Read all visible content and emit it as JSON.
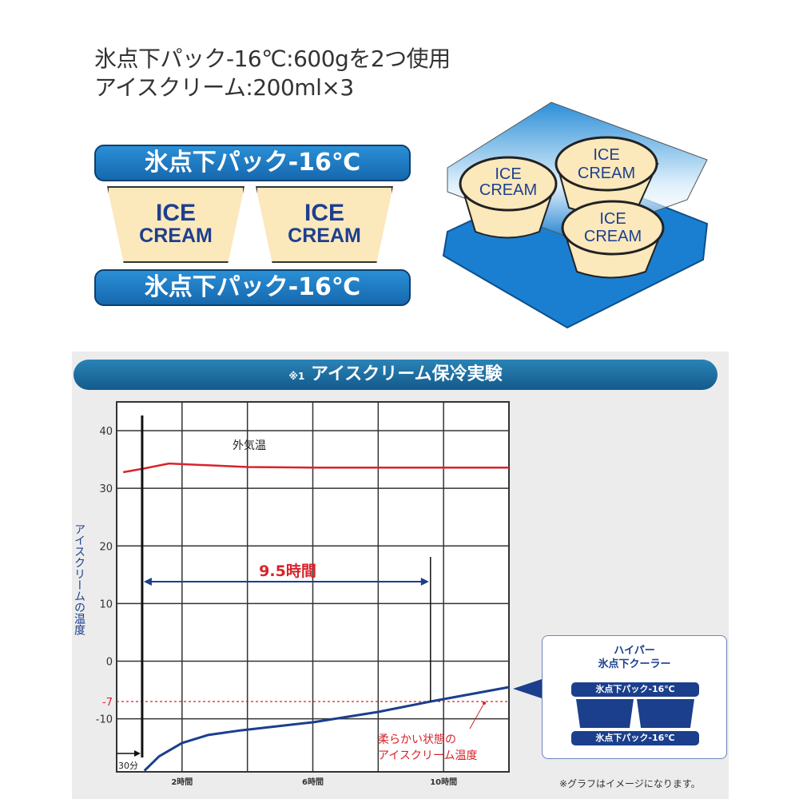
{
  "specs": {
    "line1": "氷点下パック-16℃:600gを2つ使用",
    "line2": "アイスクリーム:200ml×3"
  },
  "diagram": {
    "pack_label": "氷点下パック-16℃",
    "cup_line1": "ICE",
    "cup_line2": "CREAM"
  },
  "banner": {
    "mark": "※1",
    "title": "アイスクリーム保冷実験"
  },
  "legend": {
    "title1": "ハイパー",
    "title2": "氷点下クーラー",
    "pack_label": "氷点下パック-16℃"
  },
  "note": "※グラフはイメージになります。",
  "colors": {
    "outside": "#d8232a",
    "ice": "#1b3f8c",
    "accent": "#1a78c2"
  },
  "chart_data": {
    "type": "line",
    "title": "アイスクリーム保冷実験",
    "ylabel": "アイスクリームの温度",
    "xlabel": "",
    "xlim": [
      0,
      12
    ],
    "ylim": [
      -19.2,
      45
    ],
    "yticks": [
      40,
      30,
      20,
      10,
      0,
      -7,
      -10
    ],
    "ytick_labels": [
      "40",
      "30",
      "20",
      "10",
      "0",
      "-7",
      "-10"
    ],
    "xticks": [
      2,
      6,
      10
    ],
    "xtick_labels": [
      "2時間",
      "6時間",
      "10時間"
    ],
    "grid": true,
    "series": [
      {
        "name": "外気温",
        "x": [
          0.2,
          0.8,
          1.6,
          4,
          6,
          12
        ],
        "y": [
          32.8,
          33.4,
          34.3,
          33.7,
          33.6,
          33.6
        ]
      },
      {
        "name": "アイスクリームの温度",
        "x": [
          0.85,
          1.3,
          2,
          2.8,
          3.8,
          6,
          8,
          9.6,
          12
        ],
        "y": [
          -19,
          -16.5,
          -14.2,
          -12.8,
          -12,
          -10.6,
          -8.8,
          -7,
          -4.5
        ]
      }
    ],
    "threshold": {
      "value": -7,
      "label": "柔らかい状態のアイスクリーム温度"
    },
    "annotations": {
      "start_marker": "30分",
      "start_x": 0.78,
      "end_x": 9.6,
      "duration": "9.5時間"
    }
  }
}
